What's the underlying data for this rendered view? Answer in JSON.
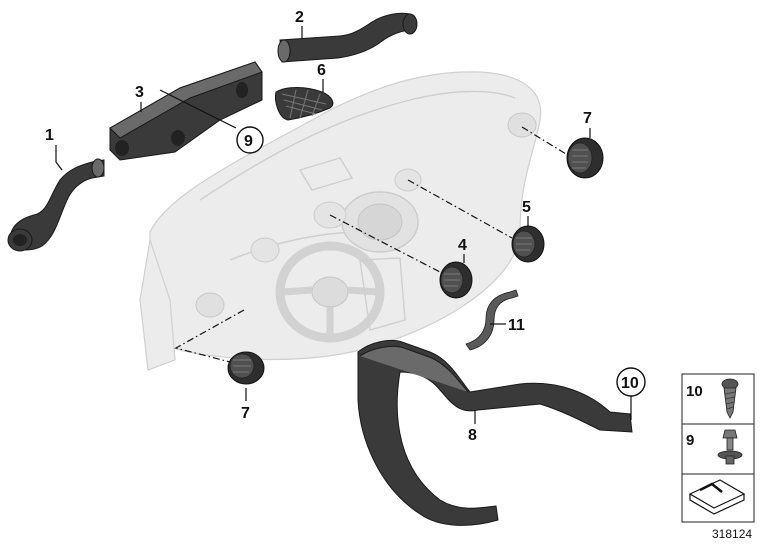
{
  "callouts": {
    "c1": "1",
    "c2": "2",
    "c3": "3",
    "c4": "4",
    "c5": "5",
    "c6": "6",
    "c7_top": "7",
    "c7_bottom": "7",
    "c8": "8",
    "c9_circled": "9",
    "c10_circled": "10",
    "c11": "11"
  },
  "legend": {
    "row1": "10",
    "row2": "9"
  },
  "diagram_ref": "318124",
  "colors": {
    "dashboard": "#ececec",
    "parts": "#3a3a3a"
  }
}
